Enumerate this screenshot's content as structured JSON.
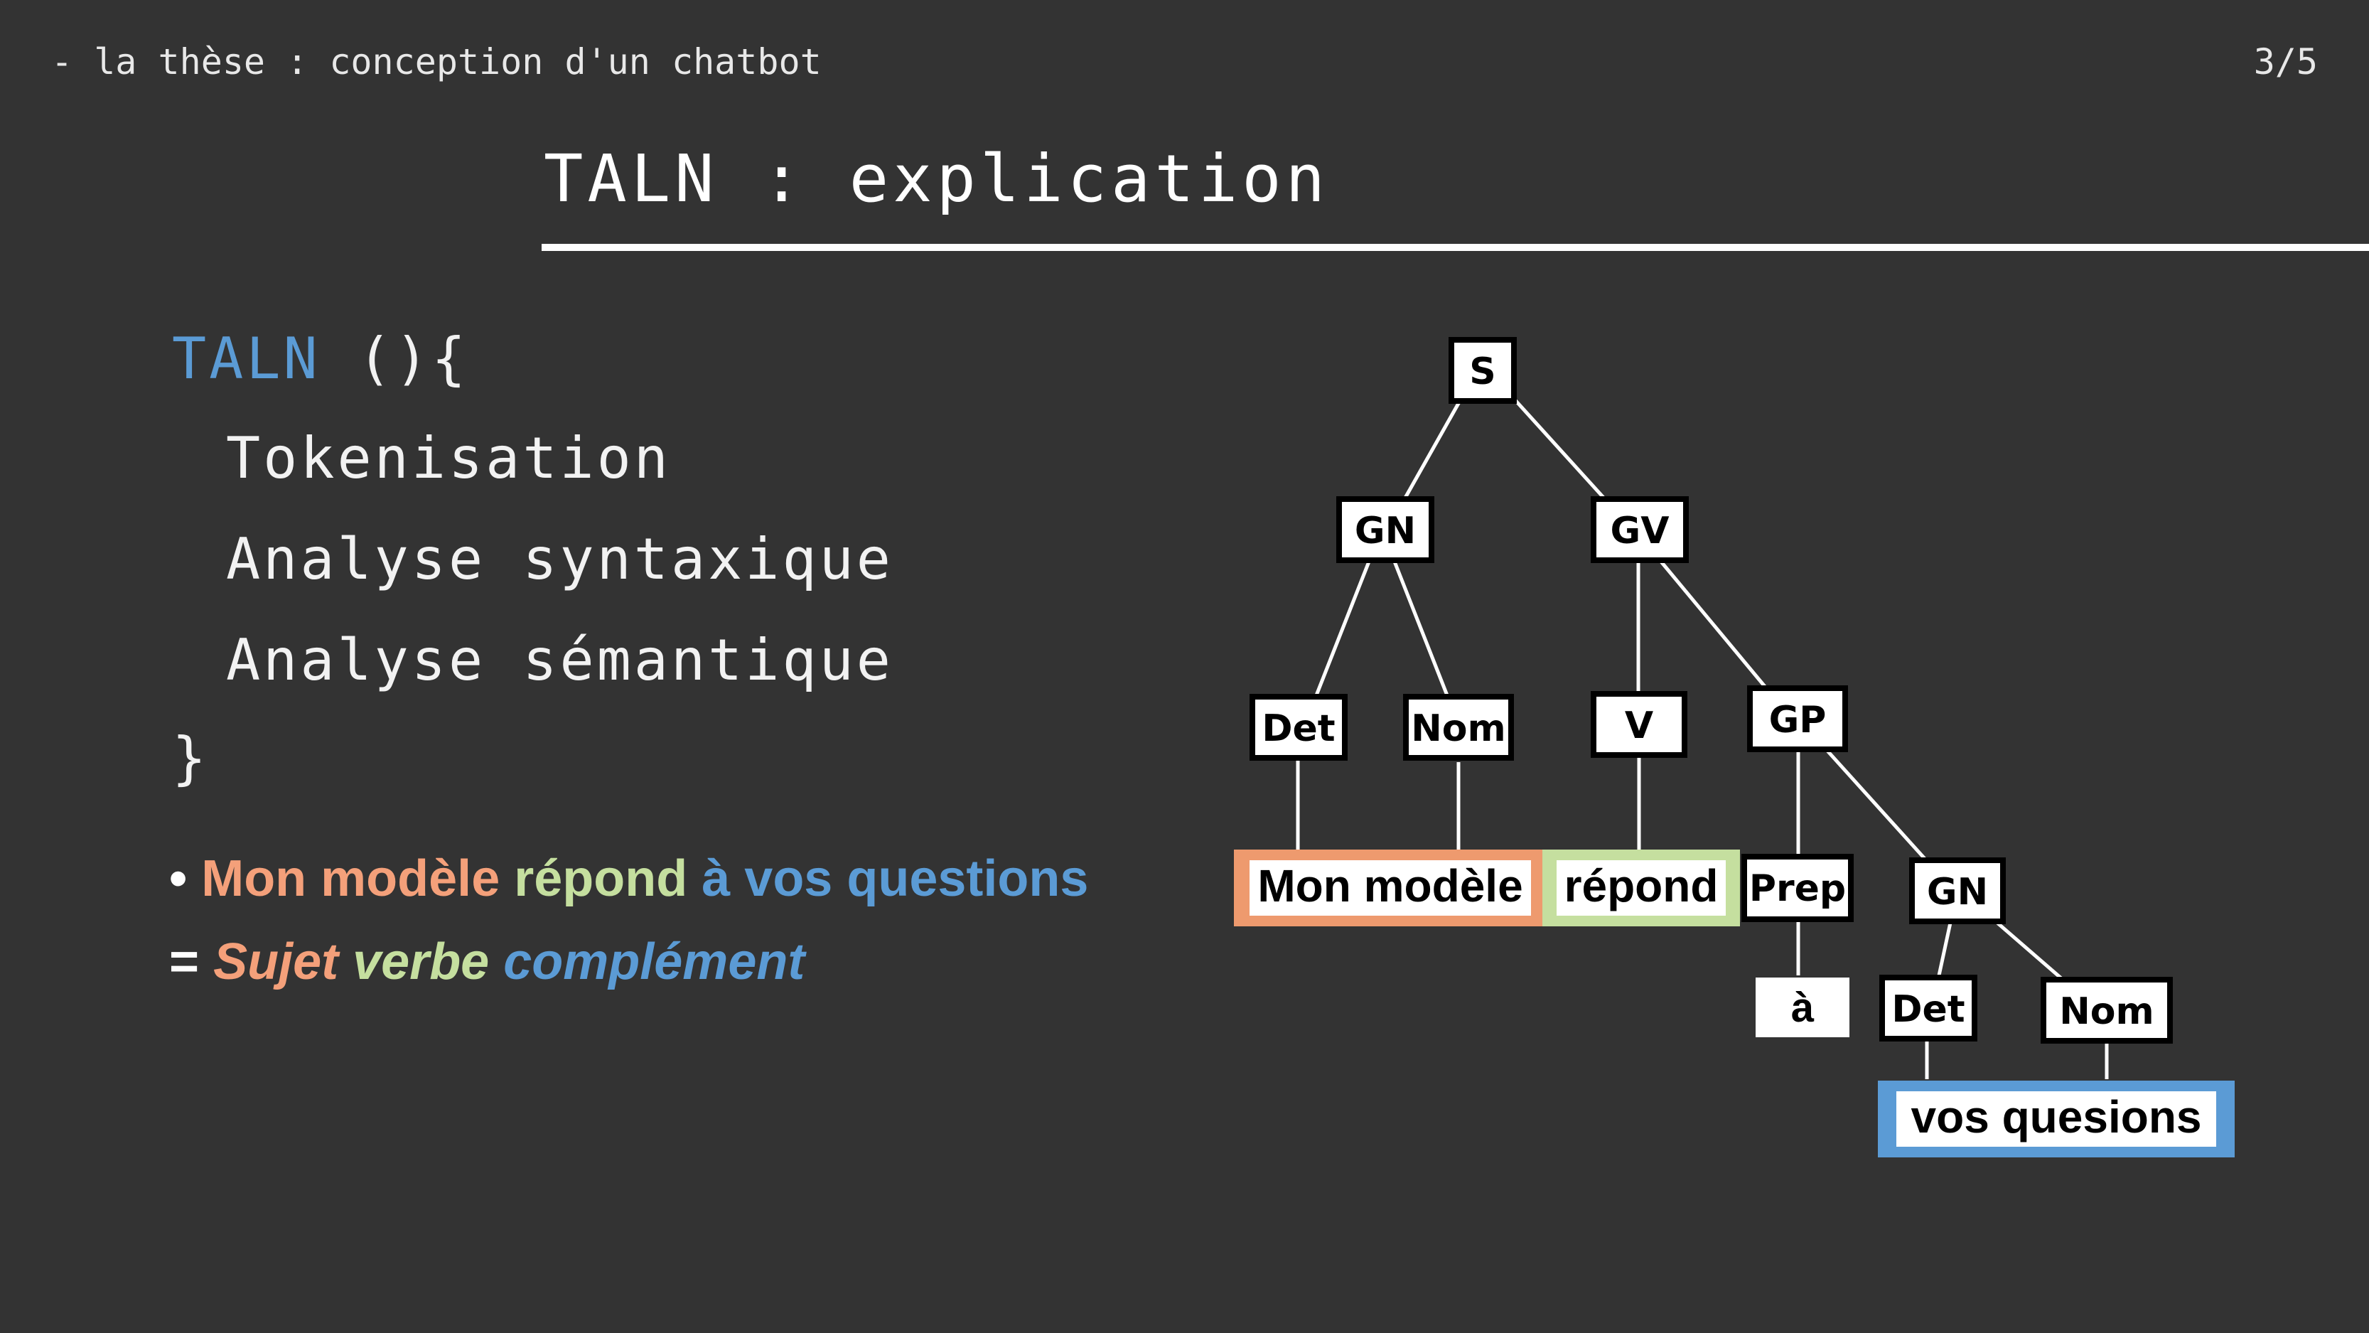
{
  "header": {
    "left": "- la thèse : conception d'un chatbot",
    "right": "3/5"
  },
  "title": "TALN : explication",
  "code": {
    "keyword": "TALN",
    "open": " (){",
    "lines": [
      "Tokenisation",
      "Analyse syntaxique",
      "Analyse sémantique"
    ],
    "close": "}"
  },
  "sentence": {
    "bullet": "• ",
    "part1": "Mon modèle ",
    "part2": "répond ",
    "part3": "à vos questions"
  },
  "equation": {
    "prefix": "= ",
    "part1": "Sujet ",
    "part2": "verbe ",
    "part3": "complément"
  },
  "tree": {
    "nodes": {
      "S": "S",
      "GN1": "GN",
      "GV": "GV",
      "Det1": "Det",
      "Nom1": "Nom",
      "V": "V",
      "GP": "GP",
      "Prep": "Prep",
      "GN2": "GN",
      "Det2": "Det",
      "Nom2": "Nom"
    },
    "leaves": {
      "subject": "Mon modèle",
      "verb": "répond",
      "prep": "à",
      "complement": "vos quesions"
    }
  },
  "colors": {
    "background": "#333333",
    "keyword": "#5b9bd5",
    "subject": "#f4a07a",
    "verb": "#c5df9f",
    "complement": "#5b9bd5",
    "subject_box": "#ee9a6e",
    "verb_box": "#c5df9f",
    "complement_box": "#5b9bd5"
  }
}
